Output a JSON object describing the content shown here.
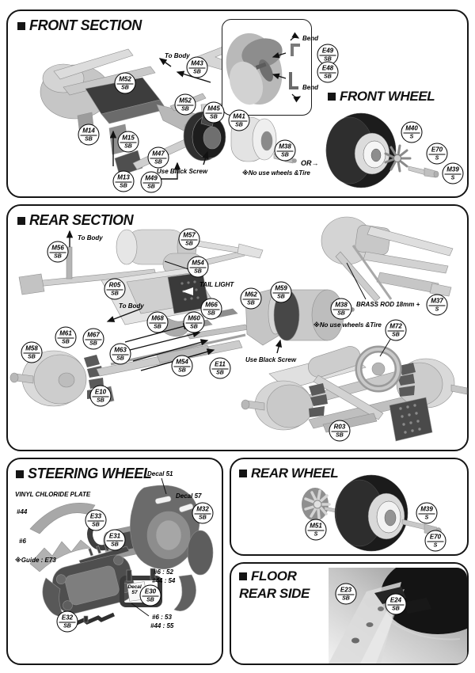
{
  "front_section": {
    "title": "FRONT SECTION",
    "annotations": {
      "to_body": "To Body",
      "bend_top": "Bend",
      "bend_bottom": "Bend",
      "use_black_screw": "Use Black Screw",
      "no_use_wheels": "※No use wheels &Tire",
      "or_label": "OR→"
    },
    "parts": [
      {
        "id": "M52",
        "sub": "SB"
      },
      {
        "id": "M43",
        "sub": "SB"
      },
      {
        "id": "M52",
        "sub": "SB"
      },
      {
        "id": "M45",
        "sub": "SB"
      },
      {
        "id": "M41",
        "sub": "SB"
      },
      {
        "id": "M14",
        "sub": "SB"
      },
      {
        "id": "M15",
        "sub": "SB"
      },
      {
        "id": "M47",
        "sub": "SB"
      },
      {
        "id": "M13",
        "sub": "SB"
      },
      {
        "id": "M49",
        "sub": "SB"
      },
      {
        "id": "M38",
        "sub": "SB"
      },
      {
        "id": "E49",
        "sub": "SB"
      },
      {
        "id": "E48",
        "sub": "SB"
      }
    ]
  },
  "front_wheel": {
    "title": "FRONT WHEEL",
    "parts": [
      {
        "id": "M40",
        "sub": "S"
      },
      {
        "id": "E70",
        "sub": "S"
      },
      {
        "id": "M39",
        "sub": "S"
      }
    ]
  },
  "rear_section": {
    "title": "REAR SECTION",
    "annotations": {
      "to_body_upper": "To Body",
      "to_body_lower": "To Body",
      "tail_light": "TAIL LIGHT",
      "brass_rod": "BRASS ROD 18mm +",
      "use_black_screw": "Use Black Screw",
      "no_use_wheels": "※No use wheels &Tire"
    },
    "parts": [
      {
        "id": "M56",
        "sub": "SB"
      },
      {
        "id": "M57",
        "sub": "SB"
      },
      {
        "id": "M54",
        "sub": "SB"
      },
      {
        "id": "R05",
        "sub": "SB"
      },
      {
        "id": "M68",
        "sub": "SB"
      },
      {
        "id": "M60",
        "sub": "SB"
      },
      {
        "id": "M66",
        "sub": "SB"
      },
      {
        "id": "M62",
        "sub": "SB"
      },
      {
        "id": "M59",
        "sub": "SB"
      },
      {
        "id": "M38",
        "sub": "SB"
      },
      {
        "id": "M37",
        "sub": "S"
      },
      {
        "id": "M72",
        "sub": "SB"
      },
      {
        "id": "M58",
        "sub": "SB"
      },
      {
        "id": "M61",
        "sub": "SB"
      },
      {
        "id": "M67",
        "sub": "SB"
      },
      {
        "id": "M63",
        "sub": "SB"
      },
      {
        "id": "M54",
        "sub": "SB"
      },
      {
        "id": "E11",
        "sub": "SB"
      },
      {
        "id": "E10",
        "sub": "SB"
      },
      {
        "id": "R03",
        "sub": "SB"
      }
    ]
  },
  "steering_wheel": {
    "title": "STEERING WHEEL",
    "annotations": {
      "decal_51": "Decal 51",
      "decal_57": "Decal 57",
      "vinyl_plate": "VINYL CHLORIDE PLATE",
      "num_44": "#44",
      "num_6": "#6",
      "guide": "※Guide : E73",
      "spec_a1": "#6 : 52",
      "spec_a2": "#44 : 54",
      "spec_b1": "#6 : 53",
      "spec_b2": "#44 : 55",
      "decal_label": "Decal 57"
    },
    "parts": [
      {
        "id": "E33",
        "sub": "SB"
      },
      {
        "id": "E31",
        "sub": "SB"
      },
      {
        "id": "M32",
        "sub": "SB"
      },
      {
        "id": "E30",
        "sub": "SB"
      },
      {
        "id": "E32",
        "sub": "SB"
      }
    ]
  },
  "rear_wheel": {
    "title": "REAR WHEEL",
    "parts": [
      {
        "id": "M51",
        "sub": "S"
      },
      {
        "id": "M39",
        "sub": "S"
      },
      {
        "id": "E70",
        "sub": "S"
      }
    ]
  },
  "floor_rear_side": {
    "title_line1": "FLOOR",
    "title_line2": "REAR SIDE",
    "parts": [
      {
        "id": "E23",
        "sub": "SB"
      },
      {
        "id": "E24",
        "sub": "SB"
      }
    ]
  }
}
